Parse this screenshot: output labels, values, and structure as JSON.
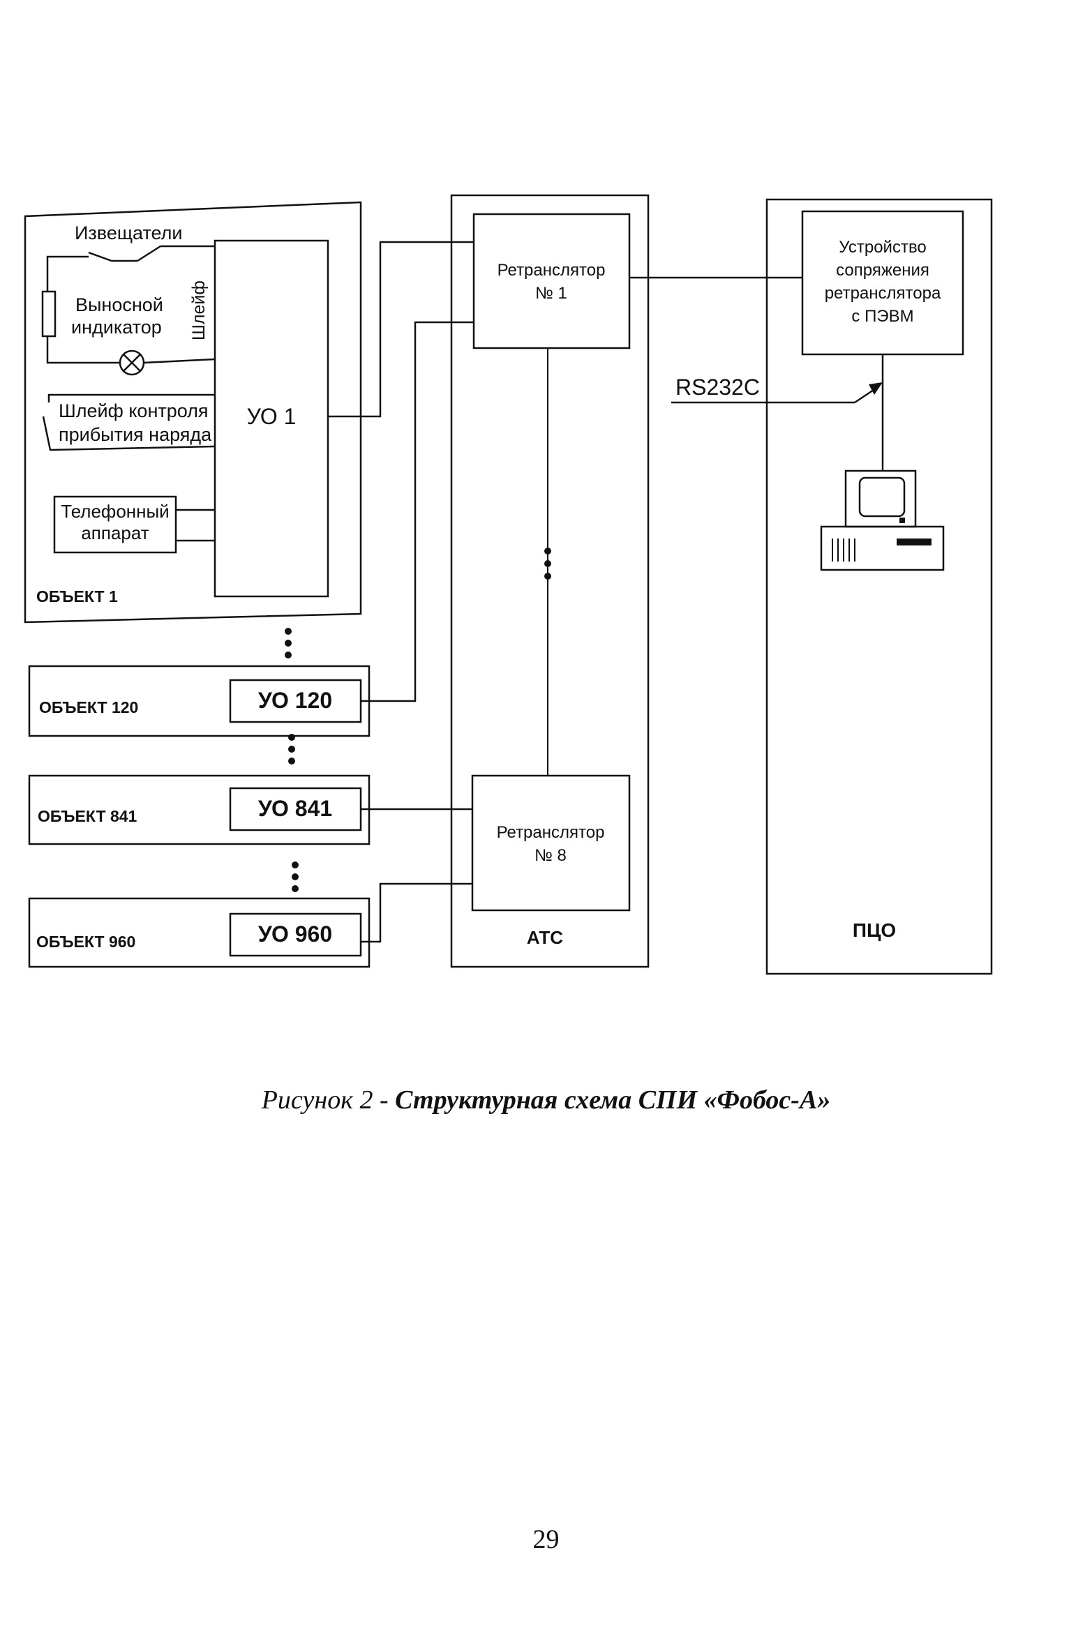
{
  "diagram": {
    "object1": {
      "detectors_label": "Извещатели",
      "remote_indicator_label": [
        "Выносной",
        "индикатор"
      ],
      "loop_label": "Шлейф",
      "patrol_loop_label": [
        "Шлейф контроля",
        "прибытия наряда"
      ],
      "phone_label": [
        "Телефонный",
        "аппарат"
      ],
      "uo_label": "УО 1",
      "object_label": "ОБЪЕКТ 1"
    },
    "objects": [
      {
        "object_label": "ОБЪЕКТ 120",
        "uo_label": "УО 120"
      },
      {
        "object_label": "ОБЪЕКТ 841",
        "uo_label": "УО 841"
      },
      {
        "object_label": "ОБЪЕКТ 960",
        "uo_label": "УО 960"
      }
    ],
    "ats": {
      "label": "АТС",
      "repeater1": [
        "Ретранслятор",
        "№ 1"
      ],
      "repeater8": [
        "Ретранслятор",
        "№ 8"
      ]
    },
    "pco": {
      "label": "ПЦО",
      "interface_device": [
        "Устройство",
        "сопряжения",
        "ретранслятора",
        "с ПЭВМ"
      ],
      "rs232_label": "RS232C",
      "computer_icon": "pc-icon"
    },
    "edges": [
      {
        "from": "УО 1",
        "to": "Ретранслятор № 1"
      },
      {
        "from": "УО 120",
        "to": "Ретранслятор № 1"
      },
      {
        "from": "УО 841",
        "to": "Ретранслятор № 8"
      },
      {
        "from": "УО 960",
        "to": "Ретранслятор № 8"
      },
      {
        "from": "Ретранслятор № 1",
        "to": "Ретранслятор № 8",
        "style": "chain"
      },
      {
        "from": "Ретранслятор № 1",
        "to": "Устройство сопряжения ретранслятора с ПЭВМ"
      },
      {
        "from": "Устройство сопряжения ретранслятора с ПЭВМ",
        "to": "ПЭВМ",
        "label": "RS232C"
      }
    ]
  },
  "caption": {
    "prefix": "Рисунок 2 - ",
    "title": "Структурная схема СПИ «Фобос-А»"
  },
  "page_number": "29"
}
